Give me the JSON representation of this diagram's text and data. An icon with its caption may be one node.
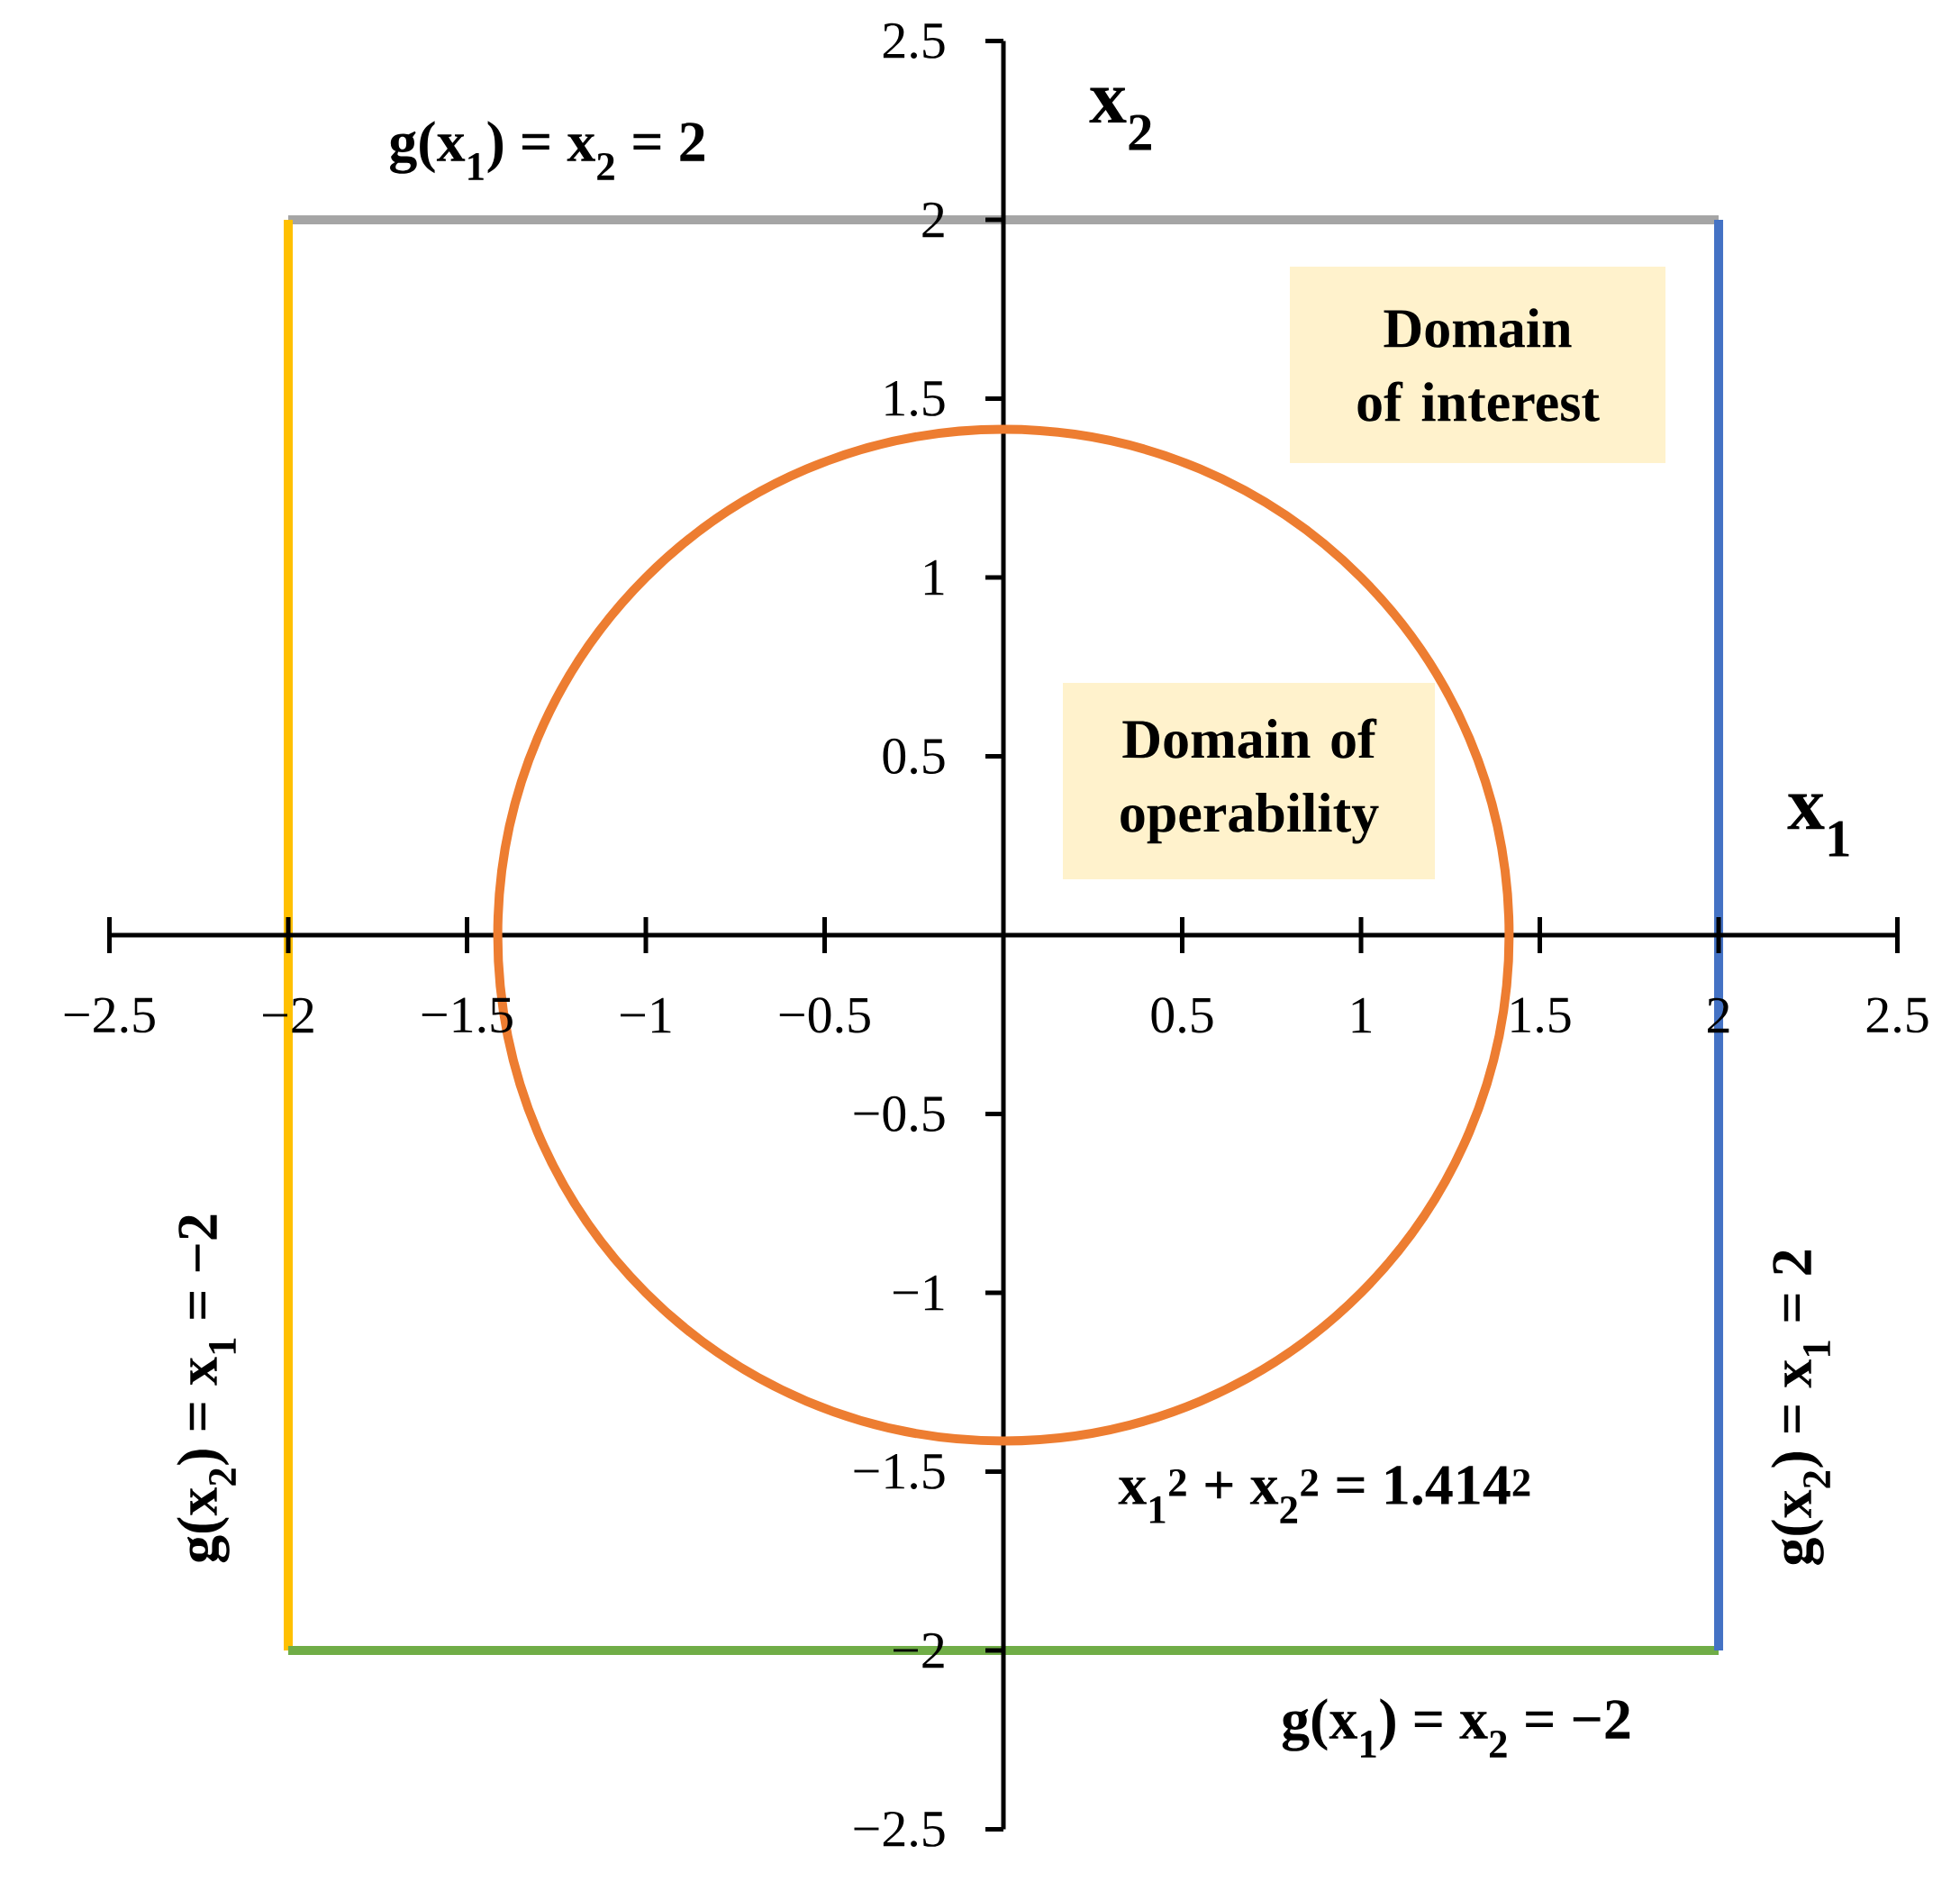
{
  "diagram": {
    "nodes": [
      {
        "text": [
          "Domain of interest"
        ]
      },
      {
        "text": [
          "Domain of operability"
        ]
      }
    ],
    "labels": [
      "2.5",
      "x$_{2}$",
      "g(x$_{1}$) = x$_{2}$ = 2",
      "2",
      "1.5",
      "1",
      "0.5",
      "x$_{1}$",
      "−2.5",
      "−2",
      "−1.5",
      "−1",
      "−0.5",
      "0.5",
      "1",
      "1.5",
      "2",
      "2.5",
      "−0.5",
      "−1",
      "−1.5",
      "x$_{1}$$^{2}$ + x$_{2}$$^{2}$ = 1.414$^{2}$",
      "−2",
      "g(x$_{2}$) = x$_{1}$ = −2",
      "g(x$_{2}$) = x$_{1}$ = 2",
      "g(x$_{1}$) = x$_{2}$ = −2",
      "−2.5"
    ]
  }
}
